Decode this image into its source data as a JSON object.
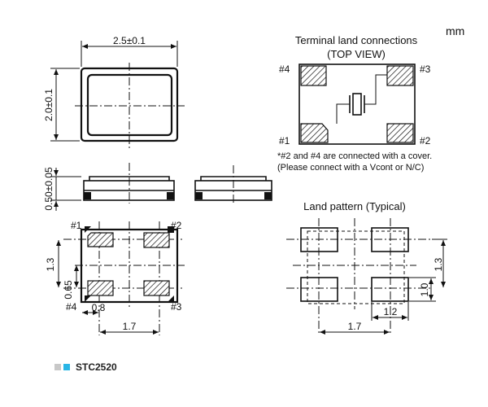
{
  "unit_label": "mm",
  "top_view": {
    "width_dim": "2.5±0.1",
    "height_dim": "2.0±0.1"
  },
  "side_view": {
    "thickness_dim": "0.50±0.05"
  },
  "bottom_view": {
    "pad_labels": [
      "#1",
      "#2",
      "#3",
      "#4"
    ],
    "dim_1_3": "1.3",
    "dim_0_65": "0.65",
    "dim_0_8": "0.8",
    "dim_1_7": "1.7"
  },
  "terminal_connections": {
    "title_line1": "Terminal land connections",
    "title_line2": "(TOP VIEW)",
    "labels": [
      "#4",
      "#3",
      "#1",
      "#2"
    ],
    "note_line1": "*#2 and #4 are connected with a cover.",
    "note_line2": "(Please connect with a Vcont or N/C)"
  },
  "land_pattern": {
    "title": "Land pattern (Typical)",
    "dim_1_3": "1.3",
    "dim_1_0": "1.0",
    "dim_1_2": "1.2",
    "dim_1_7": "1.7"
  },
  "footer": {
    "model": "STC2520",
    "square_colors": [
      "#c8c8c8",
      "#29b6e6"
    ]
  }
}
